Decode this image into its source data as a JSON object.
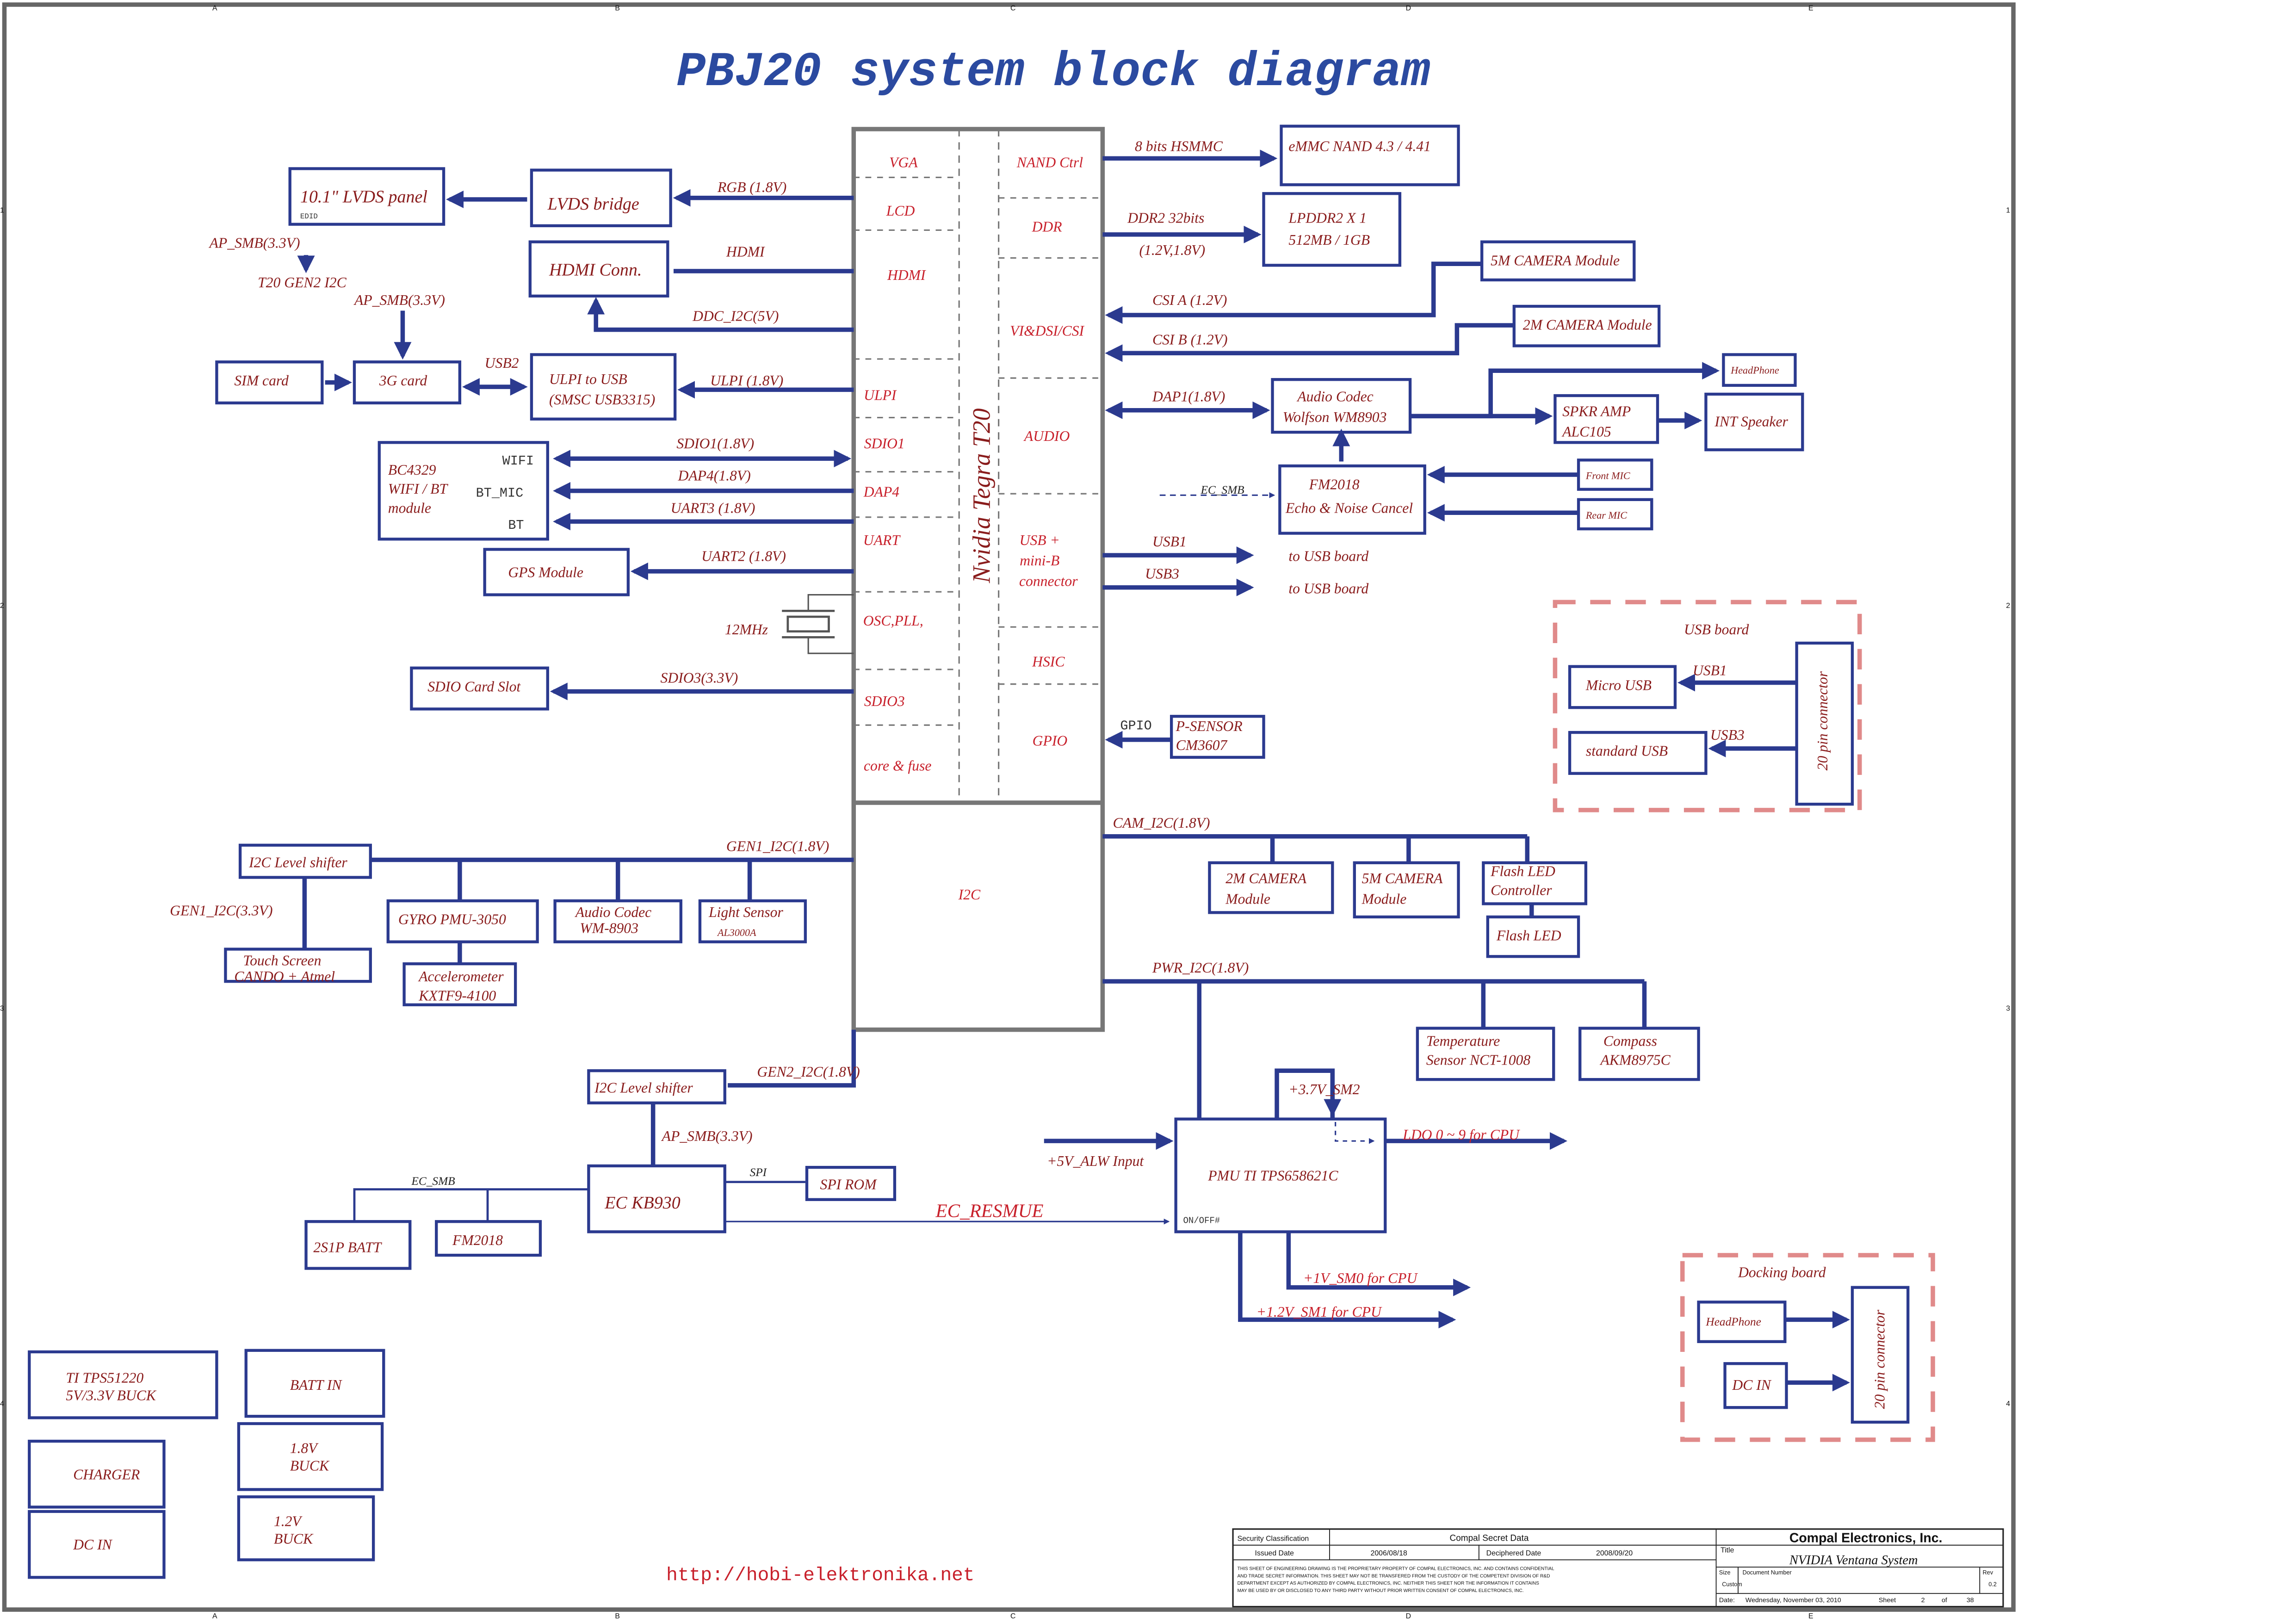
{
  "title": "PBJ20 system block diagram",
  "soc": {
    "name": "Nvidia Tegra T20",
    "left_ports": [
      "VGA",
      "LCD",
      "HDMI",
      "ULPI",
      "SDIO1",
      "DAP4",
      "UART",
      "OSC,PLL,",
      "SDIO3",
      "core & fuse"
    ],
    "right_ports": [
      "NAND Ctrl",
      "DDR",
      "VI&DSI/CSI",
      "AUDIO",
      "USB +",
      "mini-B",
      "connector",
      "HSIC",
      "GPIO"
    ],
    "i2c": "I2C"
  },
  "left": {
    "lvds_panel": "10.1\" LVDS panel",
    "edid": "EDID",
    "lvds_bridge": "LVDS bridge",
    "rgb": "RGB (1.8V)",
    "ap_smb1": "AP_SMB(3.3V)",
    "t20_gen2": "T20 GEN2 I2C",
    "hdmi_conn": "HDMI Conn.",
    "hdmi": "HDMI",
    "ddc": "DDC_I2C(5V)",
    "ap_smb2": "AP_SMB(3.3V)",
    "sim": "SIM card",
    "g3": "3G card",
    "usb2": "USB2",
    "ulpi_to_usb": "ULPI to USB",
    "smsc": "(SMSC USB3315)",
    "ulpi": "ULPI (1.8V)",
    "bc4329": "BC4329",
    "wifibt": "WIFI / BT",
    "module": "module",
    "wifi_pin": "WIFI",
    "btmic_pin": "BT_MIC",
    "bt_pin": "BT",
    "sdio1": "SDIO1(1.8V)",
    "dap4": "DAP4(1.8V)",
    "uart3": "UART3 (1.8V)",
    "gps": "GPS Module",
    "uart2": "UART2 (1.8V)",
    "mhz": "12MHz",
    "sdio_slot": "SDIO Card Slot",
    "sdio3": "SDIO3(3.3V)"
  },
  "right": {
    "hsmmc": "8 bits HSMMC",
    "emmc": "eMMC NAND 4.3 / 4.41",
    "ddr2": "DDR2  32bits",
    "ddr_v": "(1.2V,1.8V)",
    "lpddr1": "LPDDR2  X 1",
    "lpddr2": "512MB / 1GB",
    "cam5": "5M CAMERA Module",
    "cam2": "2M CAMERA Module",
    "csia": "CSI A (1.2V)",
    "csib": "CSI B (1.2V)",
    "headphone": "HeadPhone",
    "dap1": "DAP1(1.8V)",
    "codec1": "Audio Codec",
    "codec2": "Wolfson WM8903",
    "spk1": "SPKR AMP",
    "spk2": "ALC105",
    "intspk": "INT  Speaker",
    "ec_smb": "EC_SMB",
    "fm1": "FM2018",
    "fm2": "Echo & Noise Cancel",
    "frontmic": "Front MIC",
    "rearmic": "Rear MIC",
    "usb1": "USB1",
    "usb3": "USB3",
    "to_usb1": "to USB board",
    "to_usb3": "to USB board",
    "gpio": "GPIO",
    "psensor1": "P-SENSOR",
    "psensor2": "CM3607"
  },
  "usb_board": {
    "title": "USB board",
    "micro": "Micro USB",
    "std": "standard USB",
    "usb1": "USB1",
    "usb3": "USB3",
    "conn": "20 pin connector"
  },
  "i2c_bus": {
    "gen1": "GEN1_I2C(1.8V)",
    "lvl1": "I2C Level shifter",
    "gen1_33": "GEN1_I2C(3.3V)",
    "touch1": "Touch Screen",
    "touch2": "CANDO + Atmel",
    "gyro": "GYRO PMU-3050",
    "accel1": "Accelerometer",
    "accel2": "KXTF9-4100",
    "codec1": "Audio Codec",
    "codec2": "WM-8903",
    "light1": "Light Sensor",
    "light2": "AL3000A",
    "cam_i2c": "CAM_I2C(1.8V)",
    "cam2a": "2M CAMERA",
    "cam2b": "Module",
    "cam5a": "5M CAMERA",
    "cam5b": "Module",
    "flashc1": "Flash LED",
    "flashc2": "Controller",
    "flash": "Flash LED",
    "pwr": "PWR_I2C(1.8V)",
    "temp1": "Temperature",
    "temp2": "Sensor NCT-1008",
    "comp1": "Compass",
    "comp2": "AKM8975C",
    "gen2": "GEN2_I2C(1.8V)",
    "lvl2": "I2C Level shifter",
    "ap_smb": "AP_SMB(3.3V)"
  },
  "power": {
    "sm2": "+3.7V_SM2",
    "alw": "+5V_ALW Input",
    "pmu": "PMU TI TPS658621C",
    "onoff": "ON/OFF#",
    "ldo": "LDO 0 ~ 9 for CPU",
    "sm0": "+1V_SM0 for CPU",
    "sm1": "+1.2V_SM1 for CPU",
    "ec": "EC  KB930",
    "spi": "SPI",
    "spirom": "SPI ROM",
    "ec_smb": "EC_SMB",
    "batt": "2S1P BATT",
    "fm": "FM2018",
    "resume": "EC_RESMUE"
  },
  "docking": {
    "title": "Docking board",
    "hp": "HeadPhone",
    "dcin": "DC IN",
    "conn": "20 pin connector"
  },
  "power_blocks": {
    "tps1": "TI TPS51220",
    "tps2": "5V/3.3V BUCK",
    "battin": "BATT IN",
    "charger": "CHARGER",
    "buck18a": "1.8V",
    "buck18b": "BUCK",
    "dcin": "DC IN",
    "buck12a": "1.2V",
    "buck12b": "BUCK"
  },
  "url": "http://hobi-elektronika.net",
  "title_block": {
    "sec": "Security Classification",
    "secret": "Compal Secret Data",
    "company": "Compal Electronics, Inc.",
    "issued": "Issued Date",
    "issued_date": "2006/08/18",
    "deciph": "Deciphered Date",
    "deciph_date": "2008/09/20",
    "title_lbl": "Title",
    "title_val": "NVIDIA Ventana System",
    "notice1": "THIS SHEET OF ENGINEERING DRAWING IS THE PROPRIETARY PROPERTY OF COMPAL ELECTRONICS, INC. AND CONTAINS CONFIDENTIAL",
    "notice2": "AND TRADE SECRET INFORMATION. THIS SHEET MAY NOT BE TRANSFERED FROM THE CUSTODY OF THE COMPETENT DIVISION OF R&D",
    "notice3": "DEPARTMENT EXCEPT AS AUTHORIZED BY COMPAL ELECTRONICS, INC. NEITHER THIS SHEET NOR THE INFORMATION IT CONTAINS",
    "notice4": "MAY BE USED BY OR DISCLOSED TO ANY THIRD PARTY WITHOUT PRIOR WRITTEN CONSENT OF COMPAL ELECTRONICS, INC.",
    "size": "Size",
    "docnum": "Document Number",
    "rev": "Rev",
    "custom": "Custom",
    "revval": "0.2",
    "date_lbl": "Date:",
    "date_val": "Wednesday, November 03, 2010",
    "sheet_lbl": "Sheet",
    "sheet": "2",
    "of": "of",
    "total": "38"
  },
  "border": {
    "cols": [
      "A",
      "B",
      "C",
      "D",
      "E"
    ],
    "rows": [
      "1",
      "2",
      "3",
      "4"
    ]
  }
}
